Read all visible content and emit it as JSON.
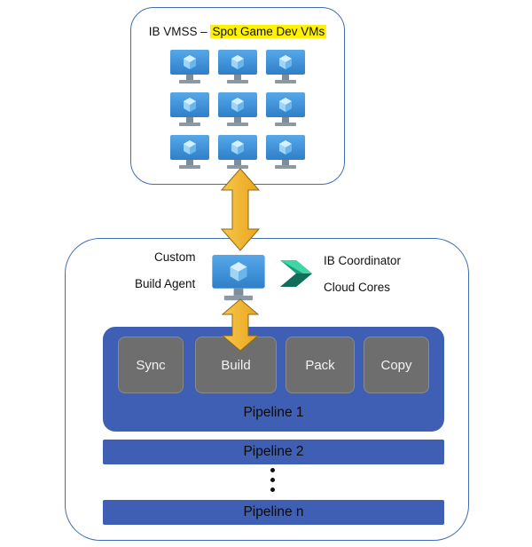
{
  "vmss": {
    "title_prefix": "IB VMSS – ",
    "title_highlight": "Spot Game Dev VMs",
    "vm_count": 9
  },
  "agent": {
    "label_line1": "Custom",
    "label_line2": "Build Agent",
    "coordinator_line1": "IB Coordinator",
    "coordinator_line2": "Cloud Cores"
  },
  "pipelines": {
    "pipeline1": {
      "label": "Pipeline 1",
      "stages": [
        "Sync",
        "Build",
        "Pack",
        "Copy"
      ]
    },
    "pipeline2": {
      "label": "Pipeline 2"
    },
    "pipelinen": {
      "label": "Pipeline n"
    }
  },
  "colors": {
    "container_border": "#3f6eb5",
    "pipeline_fill": "#3e5fb3",
    "stage_fill": "#6e6e6e",
    "arrow_fill": "#f5b82e",
    "arrow_stroke": "#8a6a1a",
    "highlight": "#fff200",
    "vm_screen": "#3d8fd6"
  },
  "icons": {
    "vm": "virtual-machine-icon",
    "arrow": "double-arrow-icon",
    "coordinator": "incredibuild-logo-icon"
  }
}
